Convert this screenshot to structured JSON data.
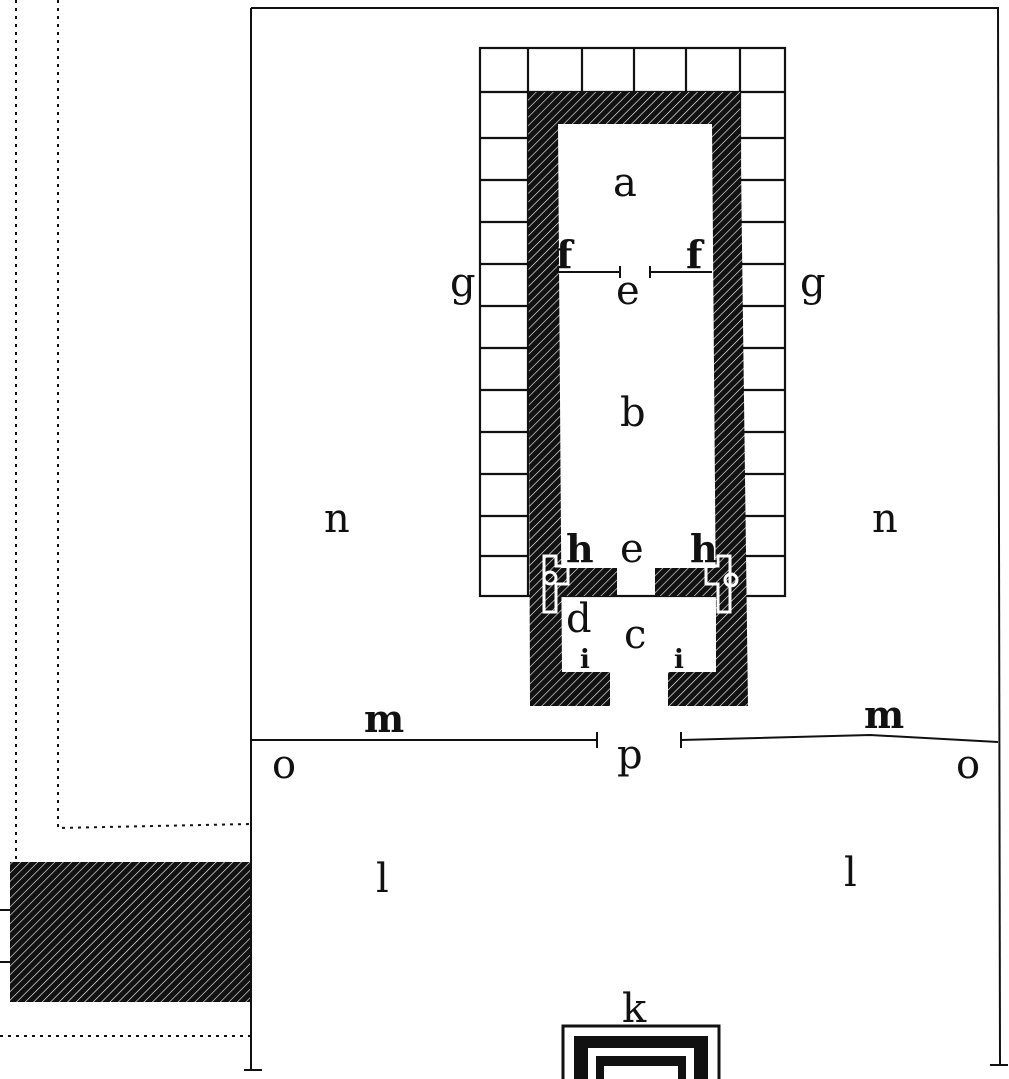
{
  "labels": {
    "a": "a",
    "b": "b",
    "c": "c",
    "d": "d",
    "e": "e",
    "f": "f",
    "g": "g",
    "h": "h",
    "i": "i",
    "k": "k",
    "l": "l",
    "m": "m",
    "n": "n",
    "o": "o",
    "p": "p"
  },
  "colors": {
    "ink": "#111111",
    "paper": "#ffffff"
  }
}
